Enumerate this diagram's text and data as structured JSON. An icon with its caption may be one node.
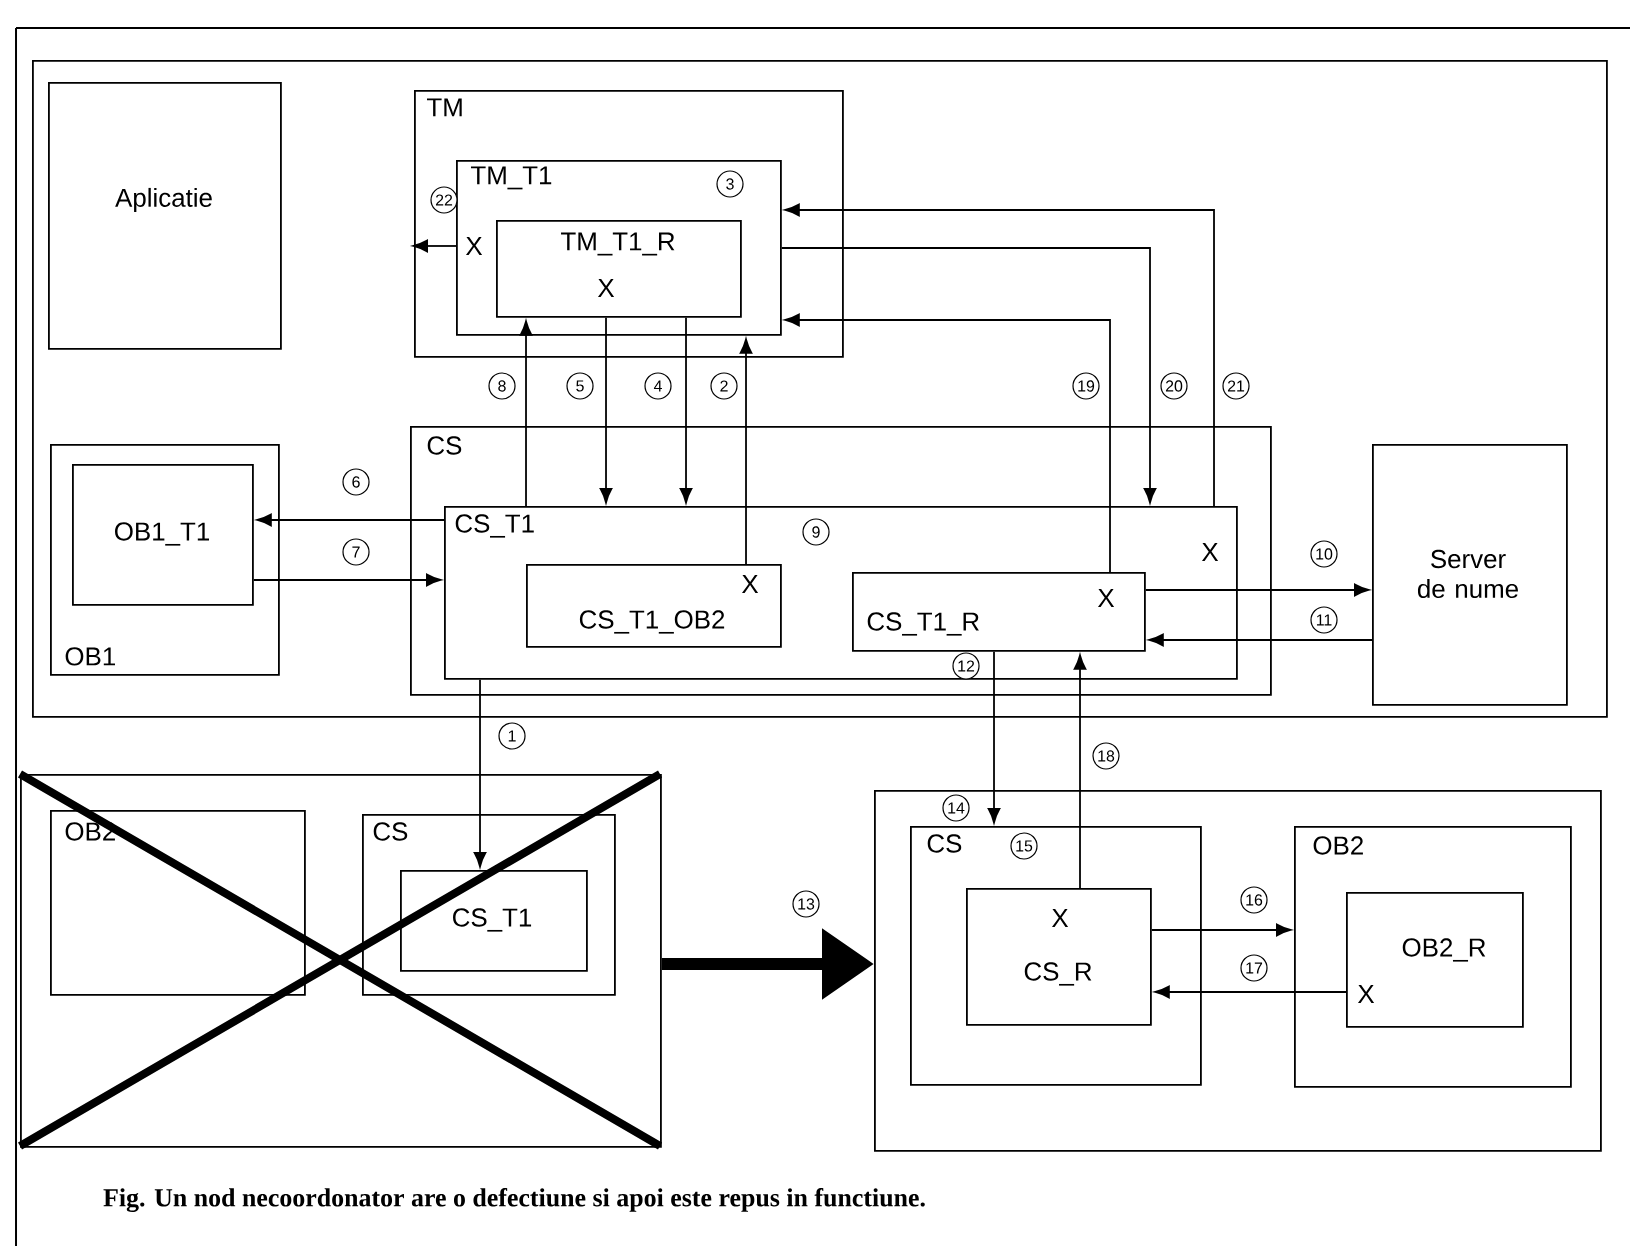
{
  "diagram": {
    "caption": "Fig. Un nod necoordonator are o defectiune si apoi este repus in functiune.",
    "nodes": [
      {
        "text": [],
        "shape": "box"
      },
      {
        "text": [
          "Aplicatie"
        ],
        "in": 0
      },
      {
        "text": [
          "TM"
        ],
        "in": 0
      },
      {
        "text": [
          "TM_T1",
          "X"
        ],
        "in": 2
      },
      {
        "text": [
          "TM_T1_R",
          "X"
        ],
        "in": 3
      },
      {
        "text": [
          "OB1"
        ],
        "in": 0
      },
      {
        "text": [
          "OB1_T1"
        ],
        "in": 5
      },
      {
        "text": [
          "CS"
        ],
        "in": 0
      },
      {
        "text": [
          "CS_T1",
          "X"
        ],
        "in": 7
      },
      {
        "text": [
          "X",
          "CS_T1_OB2"
        ],
        "in": 8
      },
      {
        "text": [
          "CS_T1_R",
          "X"
        ],
        "in": 8
      },
      {
        "text": [
          "Server de nume"
        ],
        "in": 0
      },
      {
        "text": [],
        "shape": "box"
      },
      {
        "text": [
          "OB2"
        ],
        "in": 12
      },
      {
        "text": [
          "CS"
        ],
        "in": 12
      },
      {
        "text": [
          "CS_T1"
        ],
        "in": 14
      },
      {
        "text": [],
        "shape": "box"
      },
      {
        "text": [
          "CS"
        ],
        "in": 16
      },
      {
        "text": [
          "X",
          "CS_R"
        ],
        "in": 17
      },
      {
        "text": [
          "OB2"
        ],
        "in": 16
      },
      {
        "text": [
          "OB2_R",
          "X"
        ],
        "in": 19
      }
    ],
    "edges": [
      {
        "from": 8,
        "to": 15,
        "arrow": "to",
        "label": "1"
      },
      {
        "from": 9,
        "to": 3,
        "arrow": "to",
        "label": "2"
      },
      {
        "from": 4,
        "to": 8,
        "arrow": "to",
        "label": "4"
      },
      {
        "from": 4,
        "to": 8,
        "arrow": "to",
        "label": "5"
      },
      {
        "from": 8,
        "to": 6,
        "arrow": "to",
        "label": "6"
      },
      {
        "from": 6,
        "to": 8,
        "arrow": "to",
        "label": "7"
      },
      {
        "from": 8,
        "to": 4,
        "arrow": "to",
        "label": "8"
      },
      {
        "from": 10,
        "to": 11,
        "arrow": "to",
        "label": "10"
      },
      {
        "from": 11,
        "to": 10,
        "arrow": "to",
        "label": "11"
      },
      {
        "from": 10,
        "to": 17,
        "arrow": "to",
        "label": "12"
      },
      {
        "from": 12,
        "to": 16,
        "arrow": "to",
        "label": "13",
        "style": "thick"
      },
      {
        "from": 18,
        "to": 19,
        "arrow": "to",
        "label": "16"
      },
      {
        "from": 20,
        "to": 18,
        "arrow": "to",
        "label": "17"
      },
      {
        "from": 18,
        "to": 10,
        "arrow": "to",
        "label": "18"
      },
      {
        "from": 10,
        "to": 3,
        "arrow": "to",
        "label": "19"
      },
      {
        "from": 3,
        "to": 8,
        "arrow": "to",
        "label": "20"
      },
      {
        "from": 8,
        "to": 3,
        "arrow": "to",
        "label": "21"
      },
      {
        "from": 3,
        "to": null,
        "arrow": "to",
        "label": "22"
      }
    ],
    "labels": [
      "3",
      "9",
      "14",
      "15"
    ]
  }
}
